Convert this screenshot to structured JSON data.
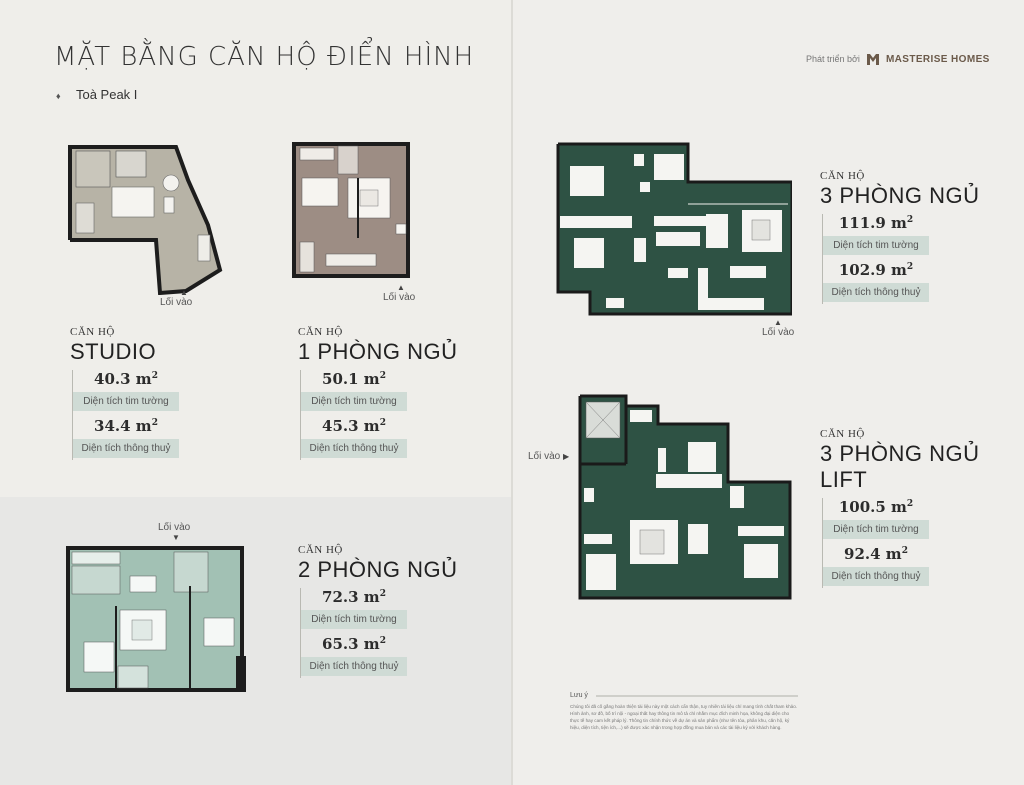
{
  "header": {
    "title": "MẶT BẰNG CĂN HỘ ĐIỂN HÌNH",
    "subtitle": "Toà Peak I",
    "bullet_icon": "♦"
  },
  "brand": {
    "developed_by": "Phát triển bởi",
    "name": "MASTERISE HOMES"
  },
  "entry_label": "Lối vào",
  "units": [
    {
      "kicker": "CĂN HỘ",
      "name": "STUDIO",
      "gross_area": "40.3 m",
      "gross_label": "Diện tích tim tường",
      "net_area": "34.4 m",
      "net_label": "Diện tích thông thuỷ",
      "plan_color": "#b7b3a6"
    },
    {
      "kicker": "CĂN HỘ",
      "name": "1 PHÒNG NGỦ",
      "gross_area": "50.1 m",
      "gross_label": "Diện tích tim tường",
      "net_area": "45.3 m",
      "net_label": "Diện tích thông thuỷ",
      "plan_color": "#9d8d84"
    },
    {
      "kicker": "CĂN HỘ",
      "name": "2 PHÒNG NGỦ",
      "gross_area": "72.3 m",
      "gross_label": "Diện tích tim tường",
      "net_area": "65.3 m",
      "net_label": "Diện tích thông thuỷ",
      "plan_color": "#a2c1b4"
    },
    {
      "kicker": "CĂN HỘ",
      "name": "3 PHÒNG NGỦ",
      "gross_area": "111.9 m",
      "gross_label": "Diện tích tim tường",
      "net_area": "102.9 m",
      "net_label": "Diện tích thông thuỷ",
      "plan_color": "#2e5244"
    },
    {
      "kicker": "CĂN HỘ",
      "name": "3 PHÒNG NGỦ",
      "name_line2": "LIFT",
      "gross_area": "100.5 m",
      "gross_label": "Diện tích tim tường",
      "net_area": "92.4 m",
      "net_label": "Diện tích thông thuỷ",
      "plan_color": "#2e5244"
    }
  ],
  "area_unit_sup": "2",
  "note": {
    "title": "Lưu ý",
    "body": "Chúng tôi đã cố gắng hoàn thiện tài liệu này một cách cẩn thận, tuy nhiên tài liệu chỉ mang tính chất tham khảo. Hình ảnh, sơ đồ, bố trí nội - ngoại thất hay thông tin mô tả chỉ nhằm mục đích minh họa, không đại diện cho thực tế hay cam kết pháp lý. Thông tin chính thức về dự án và sản phẩm (như tên tòa, phân khu, căn hộ, ký hiệu, diện tích, tiện ích,...) sẽ được xác nhận trong hợp đồng mua bán và các tài liệu ký với khách hàng."
  },
  "colors": {
    "label_bg": "#cfdbd5",
    "studio": "#b7b3a6",
    "one_bed": "#9d8d84",
    "two_bed": "#a2c1b4",
    "three_bed": "#2e5244",
    "brand": "#6b5a4a"
  }
}
